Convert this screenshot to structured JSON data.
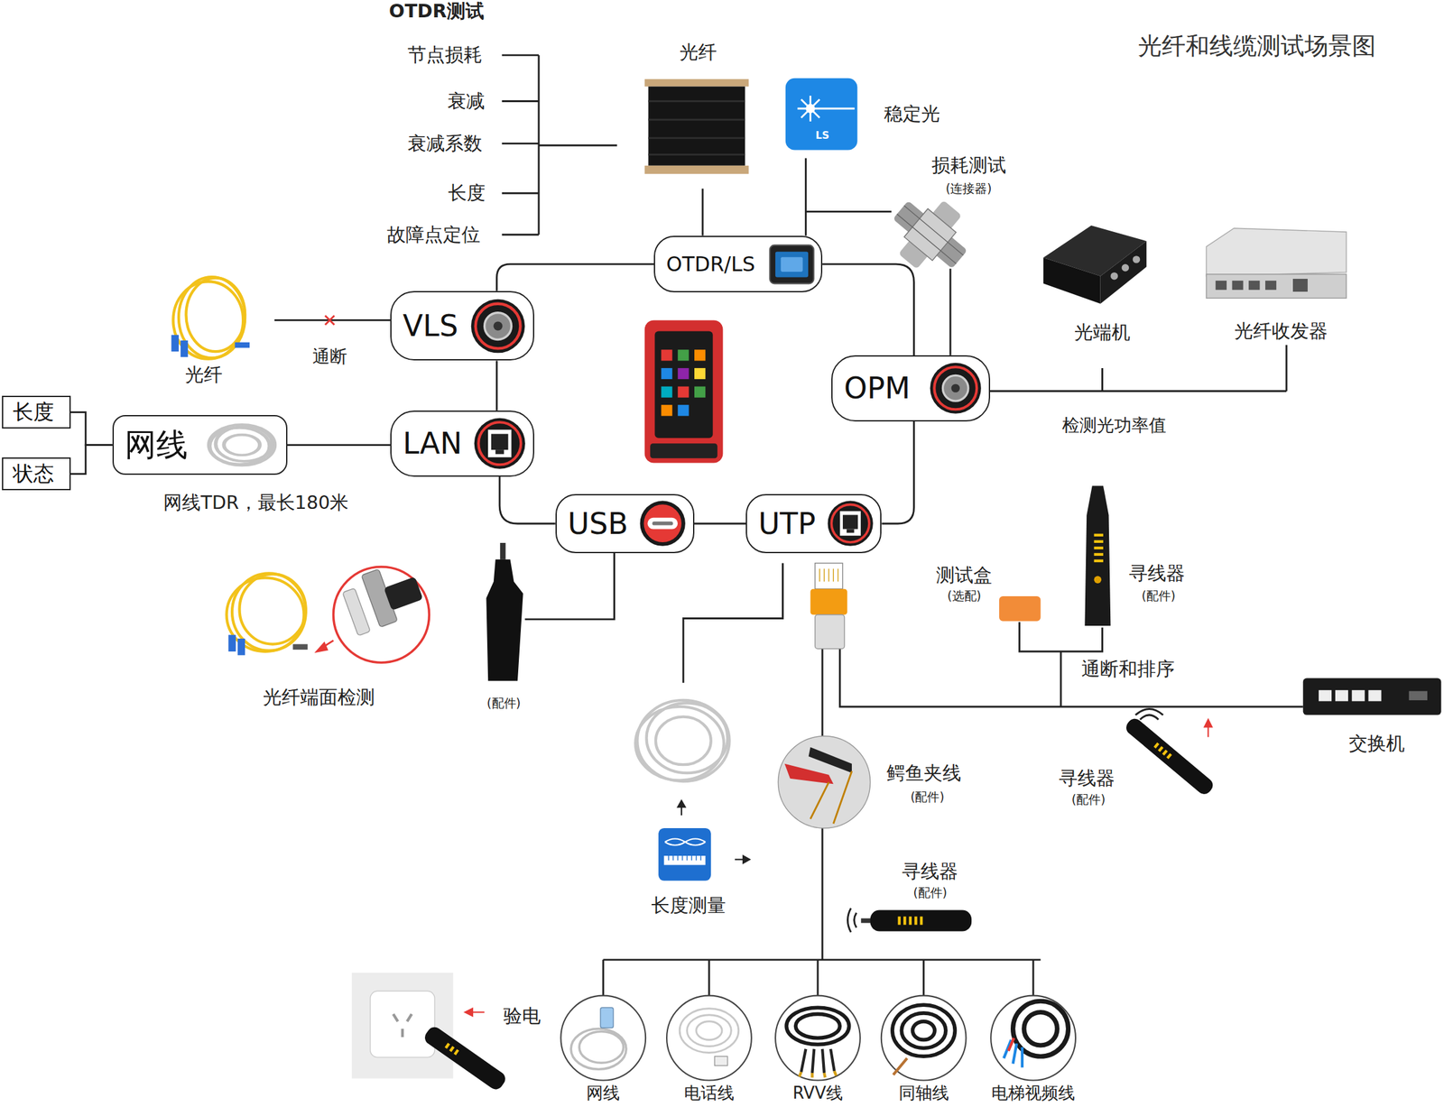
{
  "diagram": {
    "title": "光纤和线缆测试场景图",
    "nodes": [
      {
        "text": [
          "OTDR/LS"
        ]
      },
      {
        "text": [
          "VLS"
        ]
      },
      {
        "text": [
          "OPM"
        ]
      },
      {
        "text": [
          "长度"
        ]
      },
      {
        "text": [
          "网线"
        ]
      },
      {
        "text": [
          "LAN"
        ]
      },
      {
        "text": [
          "状态"
        ]
      },
      {
        "text": [
          "USB"
        ]
      },
      {
        "text": [
          "UTP"
        ]
      }
    ],
    "edges": [
      {
        "from": 0,
        "to": 1,
        "arrow": "none"
      },
      {
        "from": 0,
        "to": 2,
        "arrow": "none"
      },
      {
        "from": 1,
        "to": 5,
        "arrow": "none"
      },
      {
        "from": 4,
        "to": 5,
        "arrow": "none"
      },
      {
        "from": 3,
        "to": 4,
        "arrow": "none"
      },
      {
        "from": 6,
        "to": 4,
        "arrow": "none"
      },
      {
        "from": 5,
        "to": 7,
        "arrow": "none"
      },
      {
        "from": 7,
        "to": 8,
        "arrow": "none"
      },
      {
        "from": 8,
        "to": 2,
        "arrow": "none"
      }
    ],
    "labels": [
      "OTDR测试",
      "节点损耗",
      "衰减",
      "衰减系数",
      "长度",
      "故障点定位",
      "光纤",
      "稳定光",
      "LS",
      "损耗测试",
      "(连接器)",
      "光纤",
      "通断",
      "光端机",
      "光纤收发器",
      "检测光功率值",
      "网线TDR，最长180米",
      "光纤端面检测",
      "(配件)",
      "测试盒",
      "(选配)",
      "寻线器",
      "(配件)",
      "通断和排序",
      "交换机",
      "鳄鱼夹线",
      "(配件)",
      "寻线器",
      "(配件)",
      "长度测量",
      "寻线器",
      "(配件)",
      "验电",
      "网线",
      "电话线",
      "RVV线",
      "同轴线",
      "电梯视频线"
    ]
  }
}
